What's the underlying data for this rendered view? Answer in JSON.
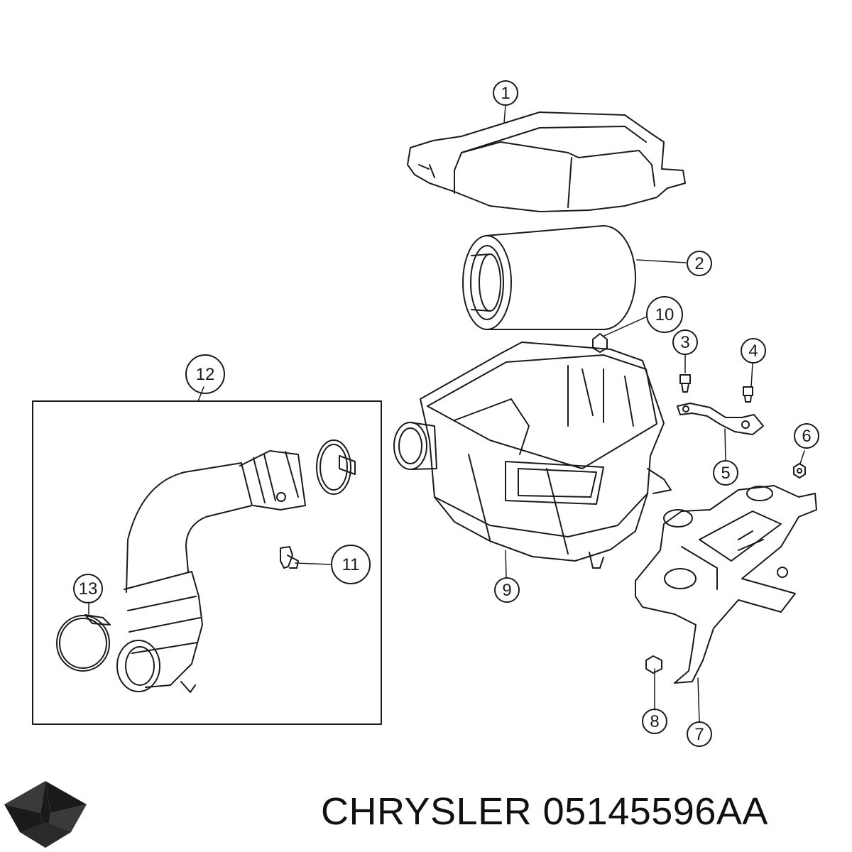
{
  "title": "CHRYSLER 05145596AA",
  "brand_logo": "chrysler-pentastar-logo",
  "callouts": [
    "1",
    "2",
    "3",
    "4",
    "5",
    "6",
    "7",
    "8",
    "9",
    "10",
    "11",
    "12",
    "13"
  ],
  "colors": {
    "line": "#1a1a1a",
    "background": "#ffffff",
    "logo": "#1a1a1a"
  }
}
